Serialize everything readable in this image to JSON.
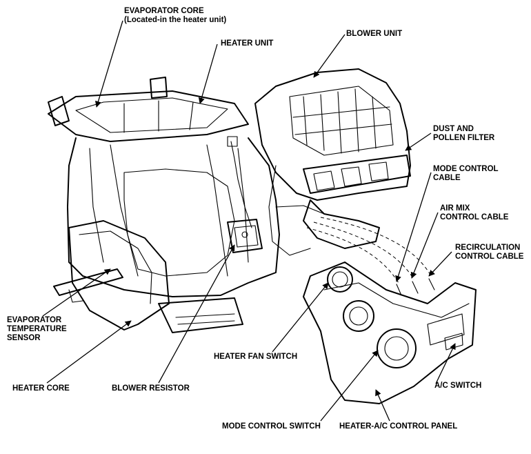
{
  "labels": {
    "evaporator_core": "EVAPORATOR CORE",
    "evaporator_core_note": "(Located-in the heater unit)",
    "heater_unit": "HEATER UNIT",
    "blower_unit": "BLOWER UNIT",
    "dust_filter_1": "DUST AND",
    "dust_filter_2": "POLLEN FILTER",
    "mode_cable_1": "MODE CONTROL",
    "mode_cable_2": "CABLE",
    "air_mix_cable_1": "AIR MIX",
    "air_mix_cable_2": "CONTROL CABLE",
    "recirc_cable_1": "RECIRCULATION",
    "recirc_cable_2": "CONTROL CABLE",
    "evap_sensor_1": "EVAPORATOR",
    "evap_sensor_2": "TEMPERATURE",
    "evap_sensor_3": "SENSOR",
    "heater_fan_switch": "HEATER FAN SWITCH",
    "heater_core": "HEATER CORE",
    "blower_resistor": "BLOWER RESISTOR",
    "ac_switch": "A/C SWITCH",
    "mode_control_switch": "MODE CONTROL SWITCH",
    "control_panel": "HEATER-A/C CONTROL PANEL"
  }
}
